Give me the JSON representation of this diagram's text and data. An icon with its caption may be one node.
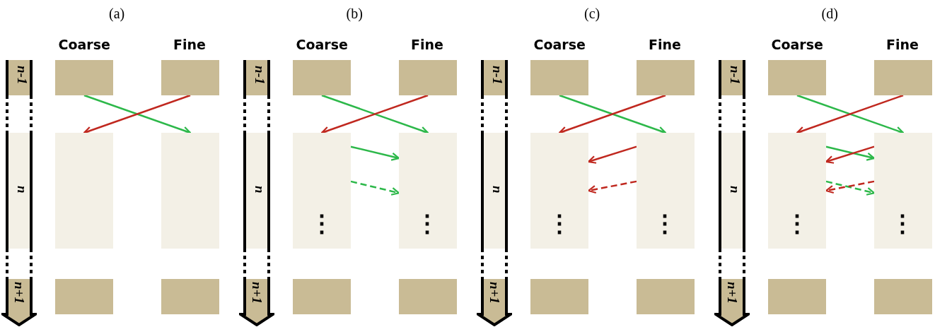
{
  "diagram": {
    "nodes": [
      {
        "text": [
          "n-1"
        ]
      },
      {
        "text": [],
        "shape": "box"
      },
      {
        "text": [],
        "shape": "box"
      },
      {
        "text": [
          "n"
        ]
      },
      {
        "text": [],
        "shape": "box"
      },
      {
        "text": [],
        "shape": "box"
      },
      {
        "text": [
          "n+1"
        ]
      },
      {
        "text": [],
        "shape": "box"
      },
      {
        "text": [],
        "shape": "box"
      },
      {
        "text": [
          "n-1"
        ]
      },
      {
        "text": [],
        "shape": "box"
      },
      {
        "text": [],
        "shape": "box"
      },
      {
        "text": [
          "n"
        ]
      },
      {
        "text": [],
        "shape": "box"
      },
      {
        "text": [],
        "shape": "box"
      },
      {
        "text": [
          "n+1"
        ]
      },
      {
        "text": [],
        "shape": "box"
      },
      {
        "text": [],
        "shape": "box"
      },
      {
        "text": [
          "n-1"
        ]
      },
      {
        "text": [],
        "shape": "box"
      },
      {
        "text": [],
        "shape": "box"
      },
      {
        "text": [
          "n"
        ]
      },
      {
        "text": [],
        "shape": "box"
      },
      {
        "text": [],
        "shape": "box"
      },
      {
        "text": [
          "n+1"
        ]
      },
      {
        "text": [],
        "shape": "box"
      },
      {
        "text": [],
        "shape": "box"
      },
      {
        "text": [
          "n-1"
        ]
      },
      {
        "text": [],
        "shape": "box"
      },
      {
        "text": [],
        "shape": "box"
      },
      {
        "text": [
          "n"
        ]
      },
      {
        "text": [],
        "shape": "box"
      },
      {
        "text": [],
        "shape": "box"
      },
      {
        "text": [
          "n+1"
        ]
      },
      {
        "text": [],
        "shape": "box"
      },
      {
        "text": [],
        "shape": "box"
      }
    ],
    "edges": [
      {
        "from": 0,
        "to": 3,
        "arrow": "none",
        "style": "dashed"
      },
      {
        "from": 0,
        "to": 3,
        "arrow": "none",
        "style": "dashed"
      },
      {
        "from": 3,
        "to": 6,
        "arrow": "none",
        "style": "dashed"
      },
      {
        "from": 3,
        "to": 6,
        "arrow": "none",
        "style": "dashed"
      },
      {
        "from": 1,
        "to": 5,
        "arrow": "to",
        "color": "#2db84a"
      },
      {
        "from": 2,
        "to": 4,
        "arrow": "to",
        "color": "#c0281f"
      },
      {
        "from": 9,
        "to": 12,
        "arrow": "none",
        "style": "dashed"
      },
      {
        "from": 9,
        "to": 12,
        "arrow": "none",
        "style": "dashed"
      },
      {
        "from": 12,
        "to": 15,
        "arrow": "none",
        "style": "dashed"
      },
      {
        "from": 12,
        "to": 15,
        "arrow": "none",
        "style": "dashed"
      },
      {
        "from": 10,
        "to": 14,
        "arrow": "to",
        "color": "#2db84a"
      },
      {
        "from": 11,
        "to": 13,
        "arrow": "to",
        "color": "#c0281f"
      },
      {
        "from": 13,
        "to": 14,
        "arrow": "to",
        "color": "#2db84a"
      },
      {
        "from": 13,
        "to": 14,
        "arrow": "to",
        "style": "dashed",
        "color": "#2db84a"
      },
      {
        "from": 18,
        "to": 21,
        "arrow": "none",
        "style": "dashed"
      },
      {
        "from": 18,
        "to": 21,
        "arrow": "none",
        "style": "dashed"
      },
      {
        "from": 21,
        "to": 24,
        "arrow": "none",
        "style": "dashed"
      },
      {
        "from": 21,
        "to": 24,
        "arrow": "none",
        "style": "dashed"
      },
      {
        "from": 19,
        "to": 23,
        "arrow": "to",
        "color": "#2db84a"
      },
      {
        "from": 20,
        "to": 22,
        "arrow": "to",
        "color": "#c0281f"
      },
      {
        "from": 23,
        "to": 22,
        "arrow": "to",
        "color": "#c0281f"
      },
      {
        "from": 23,
        "to": 22,
        "arrow": "to",
        "style": "dashed",
        "color": "#c0281f"
      },
      {
        "from": 27,
        "to": 30,
        "arrow": "none",
        "style": "dashed"
      },
      {
        "from": 27,
        "to": 30,
        "arrow": "none",
        "style": "dashed"
      },
      {
        "from": 30,
        "to": 33,
        "arrow": "none",
        "style": "dashed"
      },
      {
        "from": 30,
        "to": 33,
        "arrow": "none",
        "style": "dashed"
      },
      {
        "from": 28,
        "to": 32,
        "arrow": "to",
        "color": "#2db84a"
      },
      {
        "from": 29,
        "to": 31,
        "arrow": "to",
        "color": "#c0281f"
      },
      {
        "from": 31,
        "to": 32,
        "arrow": "to",
        "color": "#2db84a"
      },
      {
        "from": 32,
        "to": 31,
        "arrow": "to",
        "color": "#c0281f"
      },
      {
        "from": 31,
        "to": 32,
        "arrow": "to",
        "style": "dashed",
        "color": "#2db84a"
      },
      {
        "from": 32,
        "to": 31,
        "arrow": "to",
        "style": "dashed",
        "color": "#c0281f"
      }
    ],
    "labels": [
      "(a)",
      "Coarse",
      "Fine",
      "(b)",
      "Coarse",
      "Fine",
      "⋮",
      "⋮",
      "(c)",
      "Coarse",
      "Fine",
      "⋮",
      "⋮",
      "(d)",
      "Coarse",
      "Fine",
      "⋮",
      "⋮"
    ]
  }
}
